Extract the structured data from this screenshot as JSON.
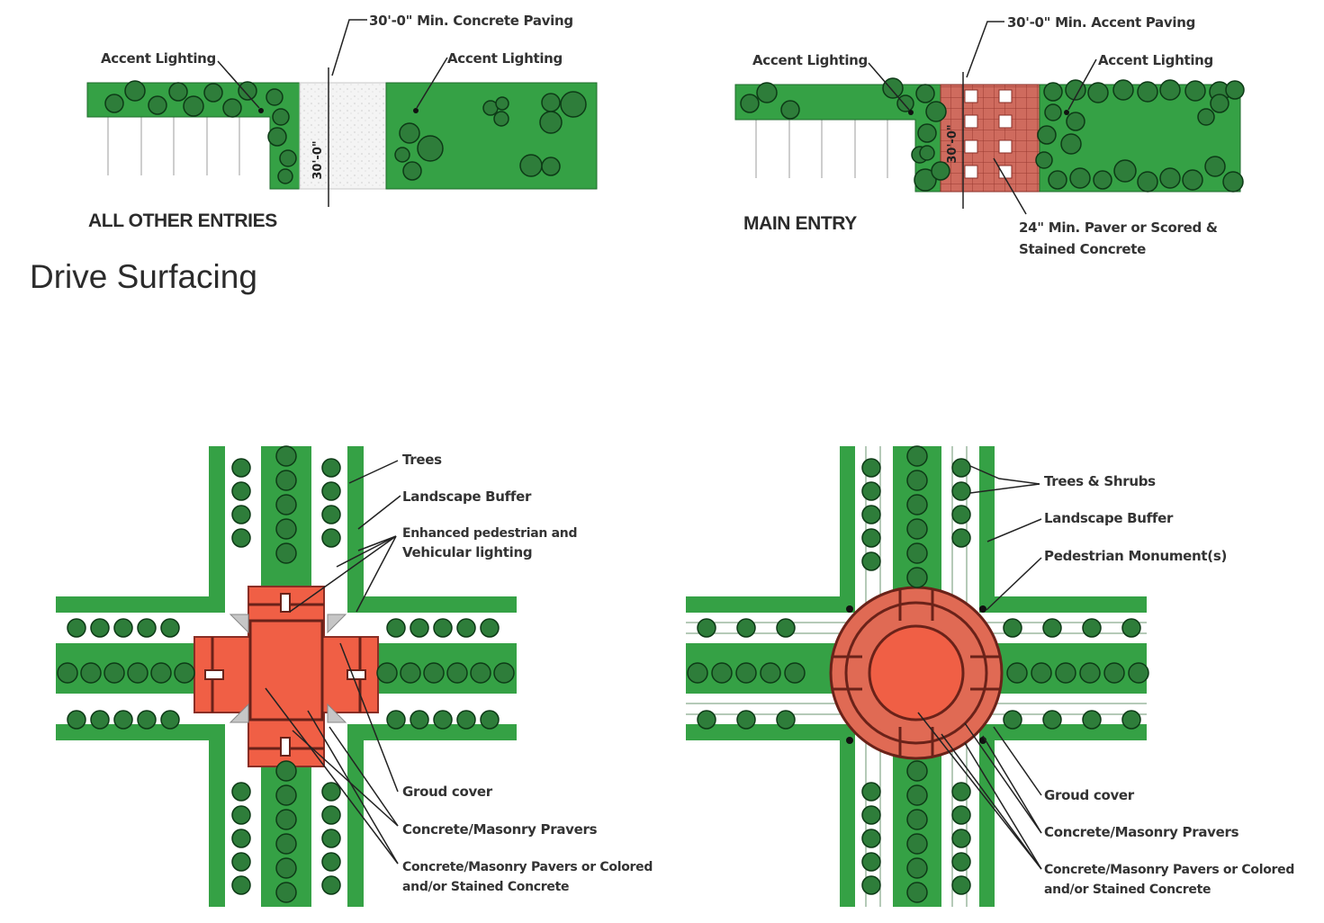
{
  "heading": "Drive Surfacing",
  "top_left": {
    "caption": "ALL OTHER ENTRIES",
    "label_paving": "30'-0\" Min. Concrete Paving",
    "label_lighting_left": "Accent Lighting",
    "label_lighting_right": "Accent Lighting",
    "dimension": "30'-0\""
  },
  "top_right": {
    "caption": "MAIN ENTRY",
    "label_paving": "30'-0\" Min. Accent Paving",
    "label_lighting_left": "Accent Lighting",
    "label_lighting_right": "Accent Lighting",
    "dimension": "30'-0\"",
    "label_paver_line1": "24\" Min. Paver or Scored &",
    "label_paver_line2": "Stained Concrete"
  },
  "bottom_left": {
    "label_trees": "Trees",
    "label_buffer": "Landscape Buffer",
    "label_lighting_line1": "Enhanced pedestrian and",
    "label_lighting_line2": "Vehicular lighting",
    "label_groundcover": "Groud cover",
    "label_pavers": "Concrete/Masonry Pravers",
    "label_colored_line1": "Concrete/Masonry Pavers or Colored",
    "label_colored_line2": "and/or Stained Concrete"
  },
  "bottom_right": {
    "label_trees": "Trees & Shrubs",
    "label_buffer": "Landscape Buffer",
    "label_monument": "Pedestrian Monument(s)",
    "label_groundcover": "Groud cover",
    "label_pavers": "Concrete/Masonry Pravers",
    "label_colored_line1": "Concrete/Masonry Pavers or Colored",
    "label_colored_line2": "and/or Stained Concrete"
  },
  "colors": {
    "landscape_green": "#35a145",
    "tree_fill": "#2e7d3a",
    "tree_stroke": "#0d3a16",
    "paving_red": "#f05f45",
    "paver_red": "#cf6b5e",
    "concrete": "#f3f3f3"
  }
}
